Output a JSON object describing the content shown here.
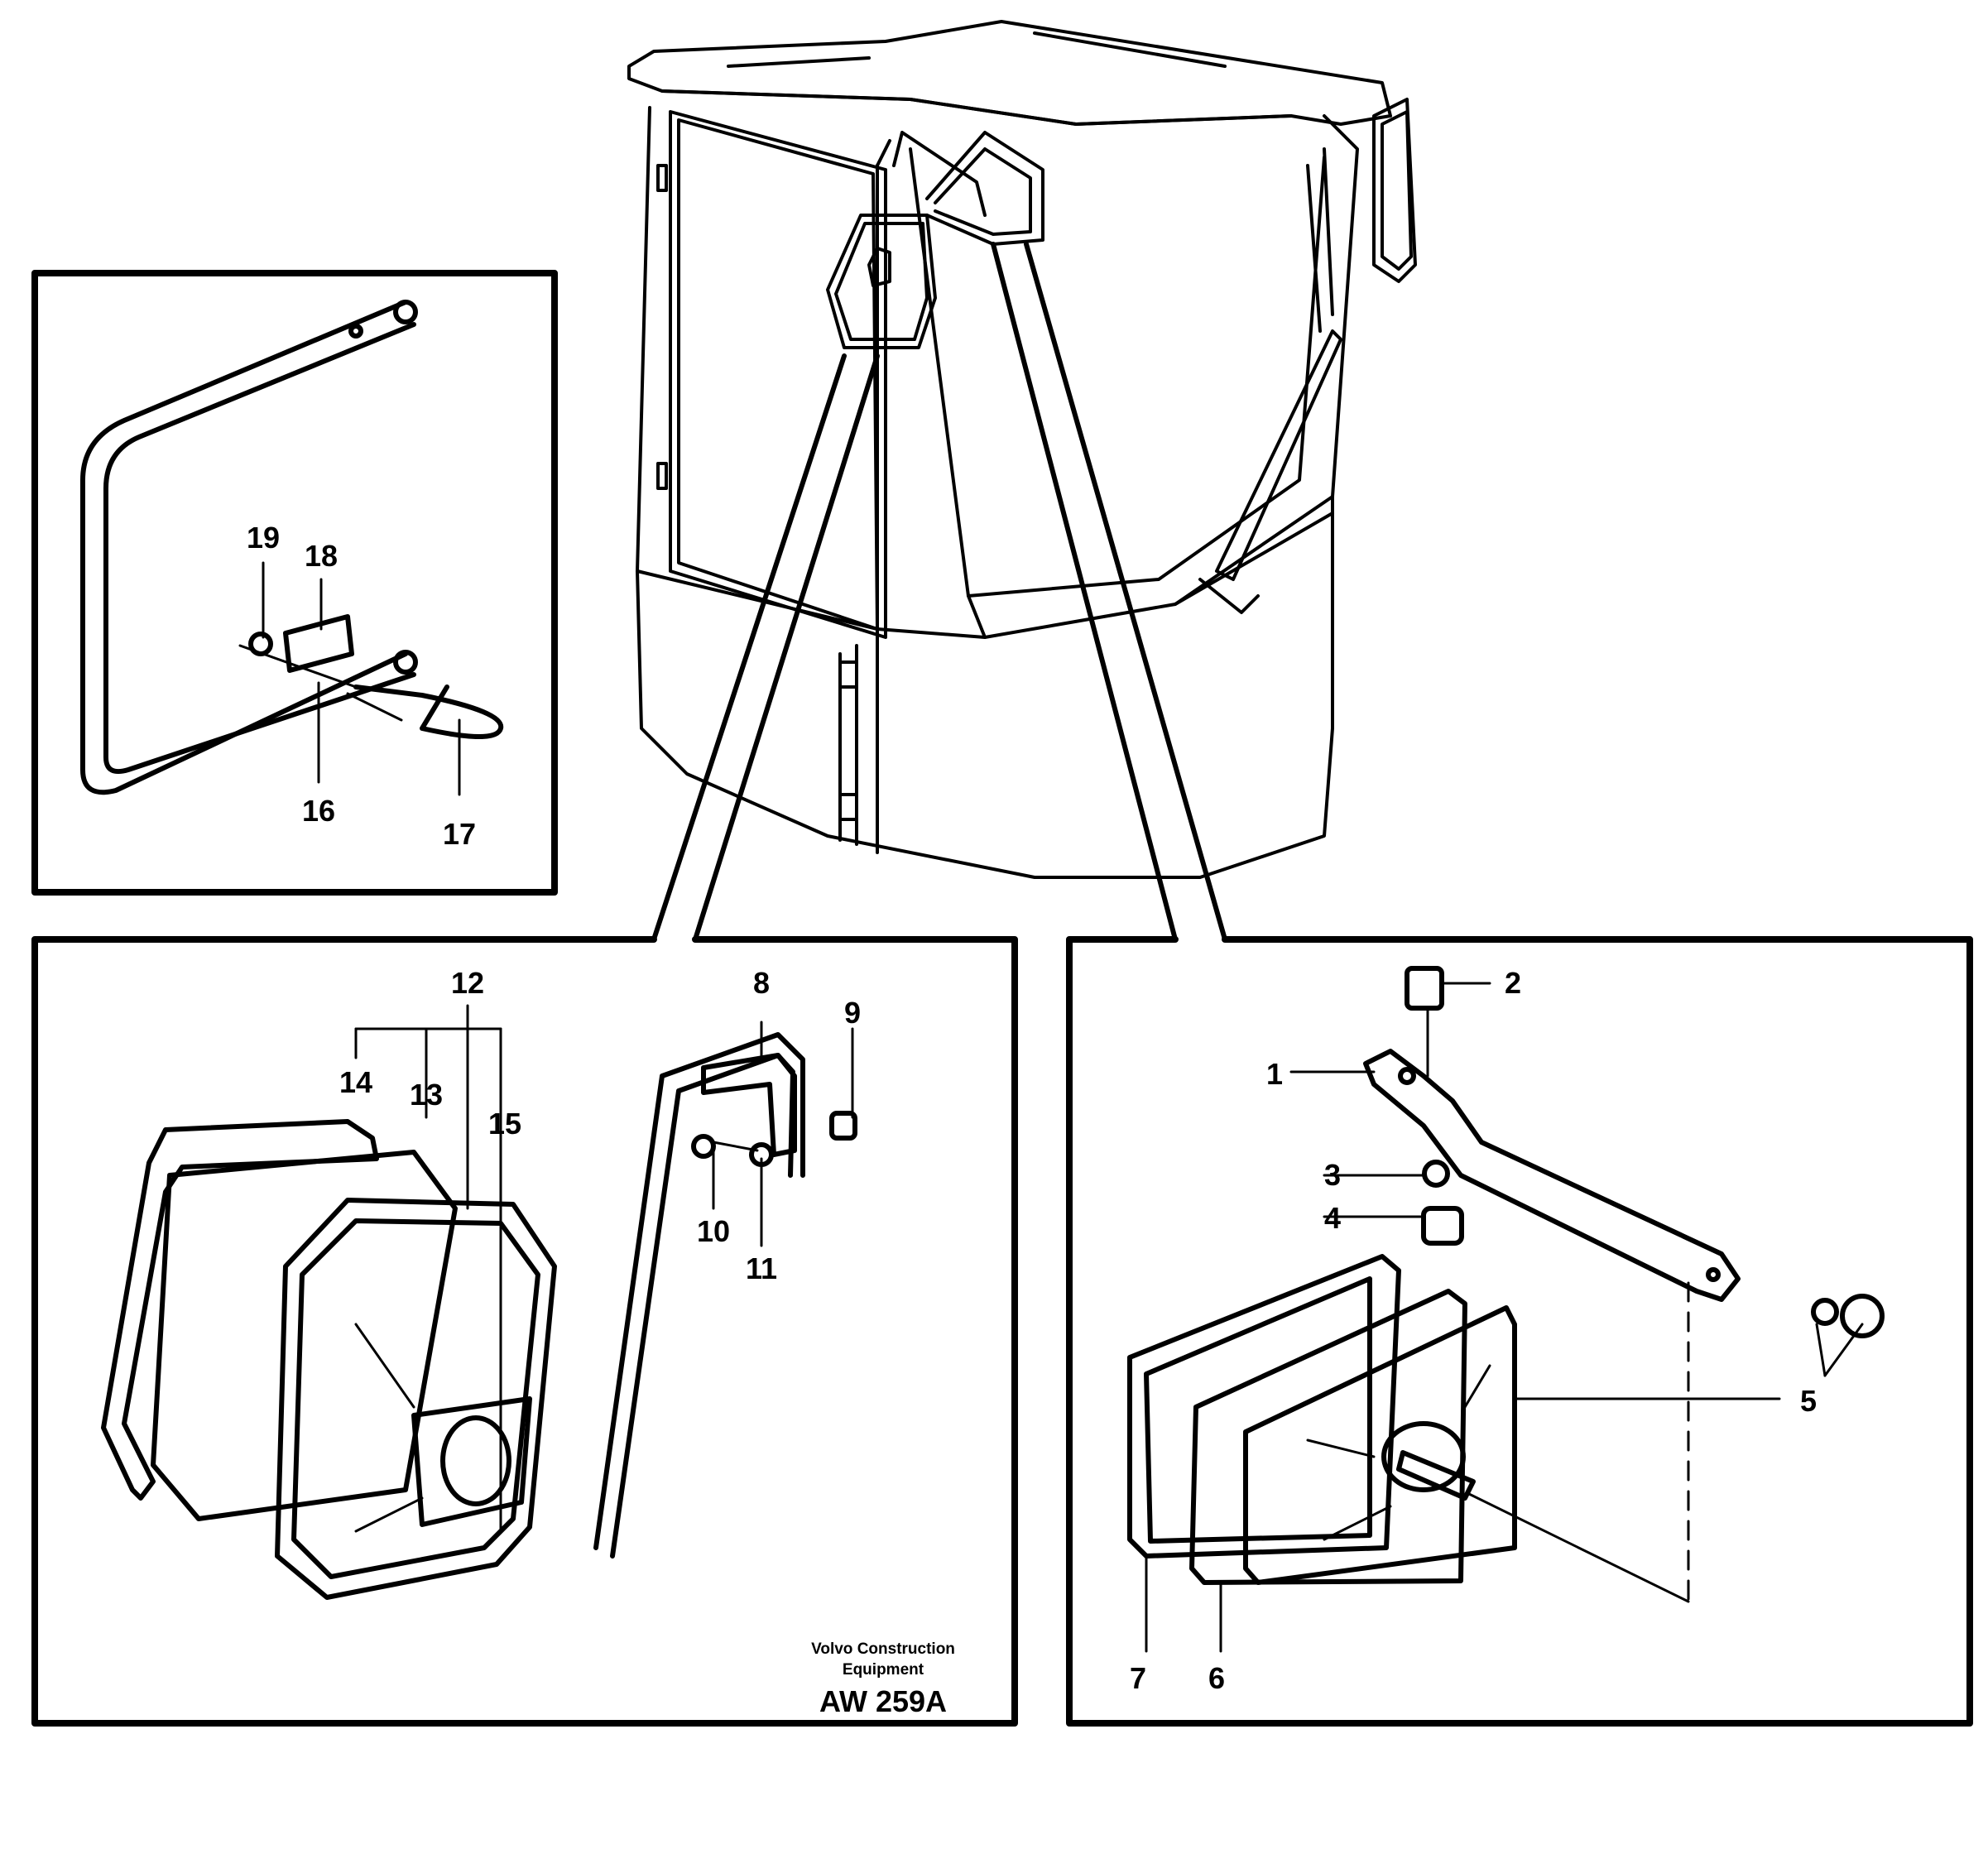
{
  "credit": {
    "line1": "Volvo Construction",
    "line2": "Equipment",
    "code": "AW 259A"
  },
  "callouts": [
    {
      "id": "1",
      "text": "1"
    },
    {
      "id": "2",
      "text": "2"
    },
    {
      "id": "3",
      "text": "3"
    },
    {
      "id": "4",
      "text": "4"
    },
    {
      "id": "5",
      "text": "5"
    },
    {
      "id": "6",
      "text": "6"
    },
    {
      "id": "7",
      "text": "7"
    },
    {
      "id": "8",
      "text": "8"
    },
    {
      "id": "9",
      "text": "9"
    },
    {
      "id": "10",
      "text": "10"
    },
    {
      "id": "11",
      "text": "11"
    },
    {
      "id": "12",
      "text": "12"
    },
    {
      "id": "13",
      "text": "13"
    },
    {
      "id": "14",
      "text": "14"
    },
    {
      "id": "15",
      "text": "15"
    },
    {
      "id": "16",
      "text": "16"
    },
    {
      "id": "17",
      "text": "17"
    },
    {
      "id": "18",
      "text": "18"
    },
    {
      "id": "19",
      "text": "19"
    }
  ]
}
